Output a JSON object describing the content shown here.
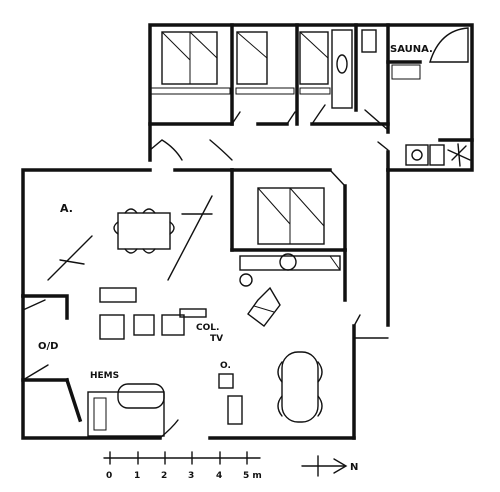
{
  "labels": {
    "sauna": "SAUNA.",
    "a": "A.",
    "od": "O/D",
    "hems": "HEMS",
    "coltv": "COL.",
    "tv": "TV",
    "o": "O."
  },
  "scale": {
    "ticks": [
      "0",
      "1",
      "2",
      "3",
      "4",
      "5 m"
    ]
  },
  "north": {
    "label": "N"
  }
}
